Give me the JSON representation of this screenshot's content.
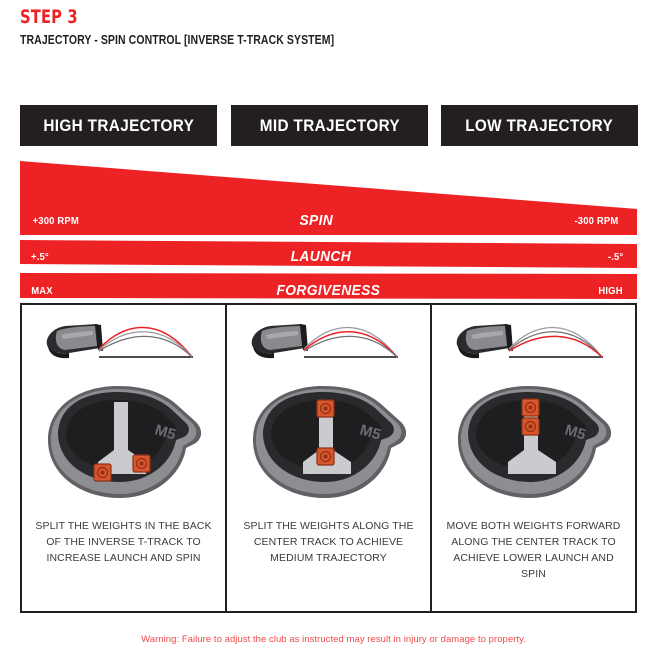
{
  "header": {
    "step_title": "STEP 3",
    "subtitle": "TRAJECTORY - SPIN CONTROL [INVERSE T-TRACK SYSTEM]"
  },
  "colors": {
    "brand_red": "#ED2224",
    "ink_black": "#231F20",
    "caption_gray": "#3b3b3f",
    "warning_red": "#EF4B4D",
    "weight_orange": "#D9552B"
  },
  "trajectory_bars": [
    {
      "label": "HIGH TRAJECTORY"
    },
    {
      "label": "MID TRAJECTORY"
    },
    {
      "label": "LOW TRAJECTORY"
    }
  ],
  "attributes": [
    {
      "name": "SPIN",
      "left_value": "+300 RPM",
      "right_value": "-300 RPM"
    },
    {
      "name": "LAUNCH",
      "left_value": "+.5°",
      "right_value": "-.5°"
    },
    {
      "name": "FORGIVENESS",
      "left_value": "MAX",
      "right_value": "HIGH"
    }
  ],
  "panels": [
    {
      "caption": "SPLIT THE WEIGHTS IN THE BACK OF THE INVERSE T-TRACK TO INCREASE LAUNCH AND SPIN",
      "weights_position": "back-split",
      "highlighted_arc": "high",
      "badge": "M5"
    },
    {
      "caption": "SPLIT THE WEIGHTS ALONG THE CENTER TRACK TO ACHIEVE MEDIUM TRAJECTORY",
      "weights_position": "center-split",
      "highlighted_arc": "mid",
      "badge": "M5"
    },
    {
      "caption": "MOVE BOTH WEIGHTS FORWARD ALONG THE CENTER TRACK TO ACHIEVE LOWER LAUNCH AND SPIN",
      "weights_position": "forward-paired",
      "highlighted_arc": "low",
      "badge": "M5"
    }
  ],
  "footer": {
    "warning": "Warning: Failure to adjust the club as instructed may result in injury or damage to property."
  }
}
